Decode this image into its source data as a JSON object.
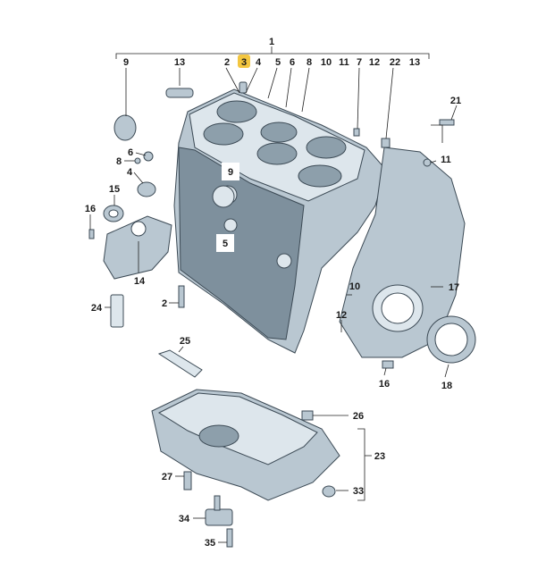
{
  "labels": {
    "l1": "1",
    "l2a": "2",
    "l3": "3",
    "l4a": "4",
    "l5a": "5",
    "l6a": "6",
    "l8a": "8",
    "l10a": "10",
    "l11a": "11",
    "l7a": "7",
    "l12a": "12",
    "l22": "22",
    "l13a": "13",
    "l9a": "9",
    "l13b": "13",
    "l21": "21",
    "l6b": "6",
    "l8b": "8",
    "l4b": "4",
    "l11b": "11",
    "l15": "15",
    "l9b": "9",
    "l16a": "16",
    "l5b": "5",
    "l14": "14",
    "l10b": "10",
    "l17": "17",
    "l24": "24",
    "l2b": "2",
    "l12b": "12",
    "l25": "25",
    "l16b": "16",
    "l18": "18",
    "l26": "26",
    "l23": "23",
    "l27": "27",
    "l33": "33",
    "l34": "34",
    "l35": "35"
  },
  "colors": {
    "part_fill": "#b9c7d1",
    "part_dark": "#7e909d",
    "part_light": "#dde6ec",
    "highlight": "#f3c640"
  }
}
